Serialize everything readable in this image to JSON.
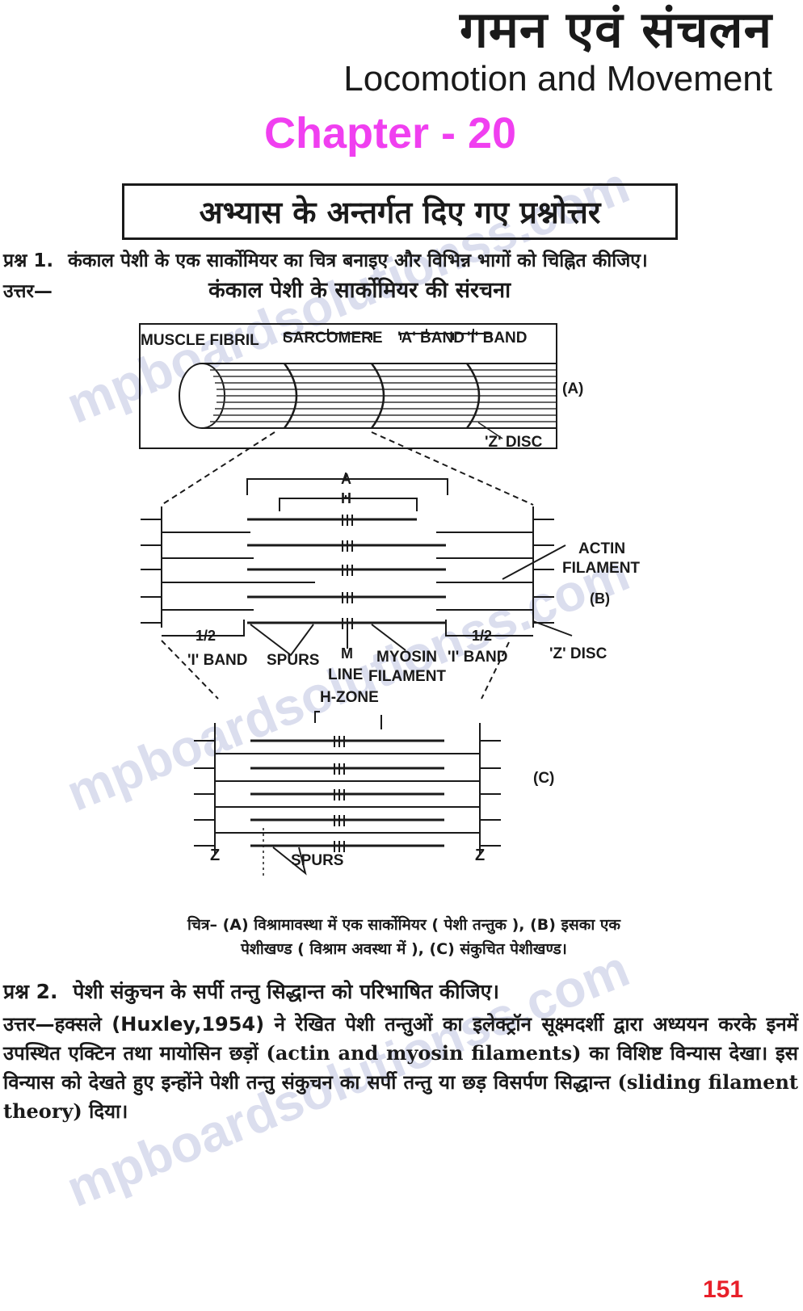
{
  "header": {
    "title_hindi": "गमन एवं संचलन",
    "title_english": "Locomotion and Movement",
    "chapter_label": "Chapter - 20"
  },
  "section_heading": "अभ्यास के अन्तर्गत दिए गए प्रश्नोत्तर",
  "questions": [
    {
      "label": "प्रश्न 1.",
      "text": "कंकाल पेशी के एक सार्कोमियर का चित्र बनाइए और विभिन्न भागों को चिह्नित कीजिए।",
      "answer_label": "उत्तर—",
      "answer_heading": "कंकाल पेशी के सार्कोमियर की संरचना"
    },
    {
      "label": "प्रश्न 2.",
      "text": "पेशी संकुचन के सर्पी तन्तु सिद्धान्त को परिभाषित कीजिए।",
      "answer_label": "उत्तर—",
      "answer_parts": [
        "हक्सले (Huxley,1954) ने रेखित पेशी तन्तुओं का इलेक्ट्रॉन सूक्ष्मदर्शी द्वारा अध्ययन करके इनमें उपस्थित एक्टिन तथा मायोसिन छड़ों ",
        "(actin and myosin filaments)",
        " का विशिष्ट विन्यास देखा। इस विन्यास को देखते हुए इन्होंने पेशी तन्तु संकुचन का सर्पी तन्तु या छड़ विसर्पण सिद्धान्त ",
        "(sliding filament  theory)",
        " दिया।"
      ]
    }
  ],
  "diagram": {
    "panel_a": {
      "muscle_fibril": "MUSCLE FIBRIL",
      "sarcomere": "SARCOMERE",
      "a_band": "'A' BAND",
      "i_band": "'I' BAND",
      "z_disc": "'Z' DISC",
      "tag": "(A)"
    },
    "panel_b": {
      "a": "A",
      "h": "H",
      "actin_line1": "ACTIN",
      "actin_line2": "FILAMENT",
      "tag": "(B)",
      "half_left": "1/2",
      "half_right": "1/2",
      "i_band_left": "'I' BAND",
      "spurs": "SPURS",
      "m": "M",
      "line": "LINE",
      "myosin": "MYOSIN",
      "filament": "FILAMENT",
      "i_band_right": "'I' BAND",
      "z_disc": "'Z' DISC"
    },
    "panel_c": {
      "h_zone": "H-ZONE",
      "tag": "(C)",
      "z_left": "Z",
      "z_right": "Z",
      "spurs": "SPURS"
    },
    "caption_line1": "चित्र– (A) विश्रामावस्था में एक सार्कोमियर ( पेशी तन्तुक ), (B) इसका एक",
    "caption_line2": "पेशीखण्ड ( विश्राम अवस्था में ), (C) संकुचित पेशीखण्ड।"
  },
  "watermark": "mpboardsolutionss.com",
  "page_number": "151",
  "colors": {
    "chapter": "#f03ff0",
    "page_number": "#e8202a",
    "watermark": "#c9cde6",
    "text": "#1a1a1a"
  }
}
